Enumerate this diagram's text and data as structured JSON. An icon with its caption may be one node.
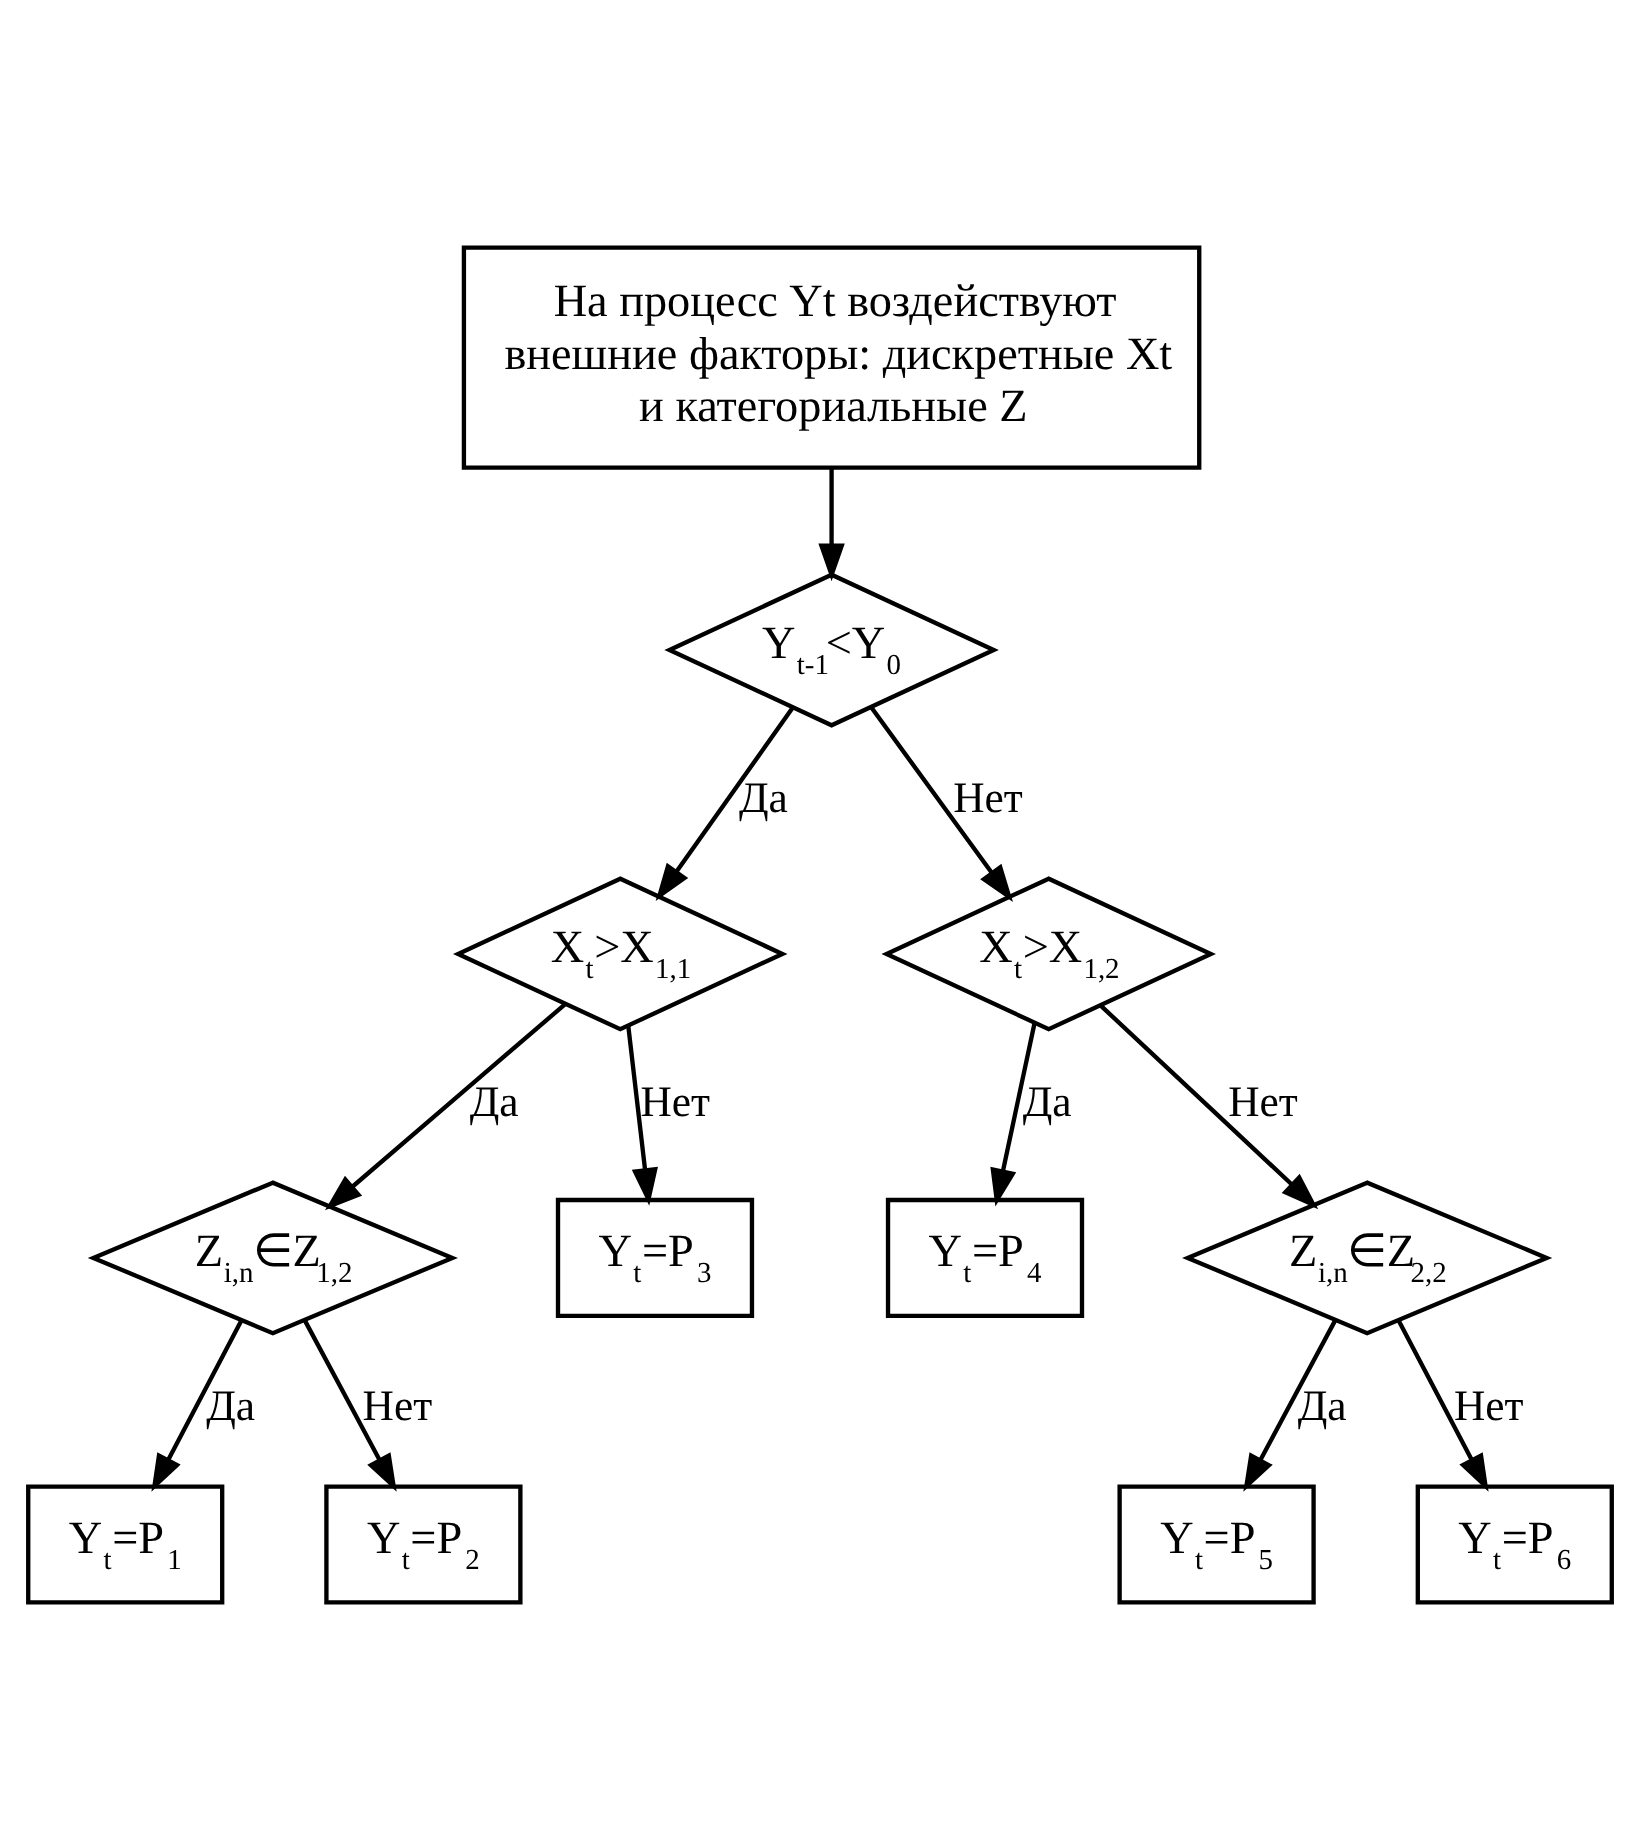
{
  "diagram": {
    "nodes": [
      {
        "text": [
          "На процесс Yt воздействуют внешние факторы: дискретные Xt и категориальные Z"
        ]
      },
      {
        "text": [
          "Y$_{t-1}$<Y$_{0}$"
        ]
      },
      {
        "text": [
          "X$_{t}$>X$_{1,1}$"
        ]
      },
      {
        "text": [
          "X$_{t}$>X$_{1,2}$"
        ]
      },
      {
        "text": [
          "Z$_{i,n}$∈Z$_{1,2}$"
        ]
      },
      {
        "text": [
          "Y$_{t}$=P$_{3}$"
        ]
      },
      {
        "text": [
          "Y$_{t}$=P$_{4}$"
        ]
      },
      {
        "text": [
          "Z$_{i,n}$∈Z$_{2,2}$"
        ]
      },
      {
        "text": [
          "Y$_{t}$=P$_{1}$"
        ]
      },
      {
        "text": [
          "Y$_{t}$=P$_{2}$"
        ]
      },
      {
        "text": [
          "Y$_{t}$=P$_{5}$"
        ]
      },
      {
        "text": [
          "Y$_{t}$=P$_{6}$"
        ]
      }
    ],
    "edges": [
      {
        "from": 0,
        "to": 1,
        "arrow": "to"
      },
      {
        "from": 1,
        "to": 2,
        "arrow": "to",
        "label": "Да"
      },
      {
        "from": 1,
        "to": 3,
        "arrow": "to",
        "label": "Нет"
      },
      {
        "from": 2,
        "to": 4,
        "arrow": "to",
        "label": "Да"
      },
      {
        "from": 2,
        "to": 5,
        "arrow": "to",
        "label": "Нет"
      },
      {
        "from": 3,
        "to": 6,
        "arrow": "to",
        "label": "Да"
      },
      {
        "from": 3,
        "to": 7,
        "arrow": "to",
        "label": "Нет"
      },
      {
        "from": 4,
        "to": 8,
        "arrow": "to",
        "label": "Да"
      },
      {
        "from": 4,
        "to": 9,
        "arrow": "to",
        "label": "Нет"
      },
      {
        "from": 7,
        "to": 10,
        "arrow": "to",
        "label": "Да"
      },
      {
        "from": 7,
        "to": 11,
        "arrow": "to",
        "label": "Нет"
      }
    ]
  }
}
